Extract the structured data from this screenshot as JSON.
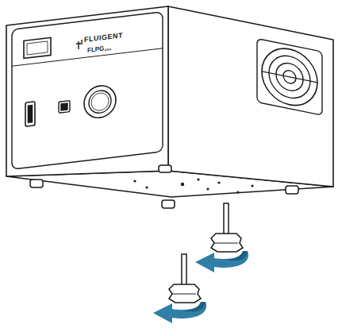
{
  "diagram": {
    "labels": [
      "FLUIGENT",
      "FLPG",
      "plus"
    ]
  }
}
